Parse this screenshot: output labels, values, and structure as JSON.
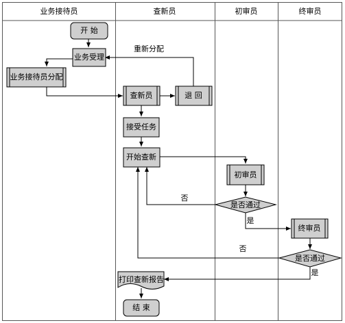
{
  "lanes": [
    {
      "id": "lane-reception",
      "label": "业务接待员"
    },
    {
      "id": "lane-novelty",
      "label": "查新员"
    },
    {
      "id": "lane-first",
      "label": "初审员"
    },
    {
      "id": "lane-final",
      "label": "终审员"
    }
  ],
  "nodes": {
    "start": "开  始",
    "accept": "业务受理",
    "assign": "业务接待员分配",
    "novelty_staff": "查新员",
    "return": "退  回",
    "take_task": "接受任务",
    "begin_search": "开始查新",
    "first_reviewer": "初审员",
    "pass_first": "是否通过",
    "final_reviewer": "终审员",
    "pass_final": "是否通过",
    "print_report": "打印查新报告",
    "end": "结  束"
  },
  "edge_labels": {
    "reassign": "重新分配",
    "first_no": "否",
    "first_yes": "是",
    "final_no": "否",
    "final_yes": "是"
  },
  "colors": {
    "node_fill": "#cfcfcf",
    "line": "#000000",
    "frame": "#555555",
    "background": "#ffffff"
  }
}
